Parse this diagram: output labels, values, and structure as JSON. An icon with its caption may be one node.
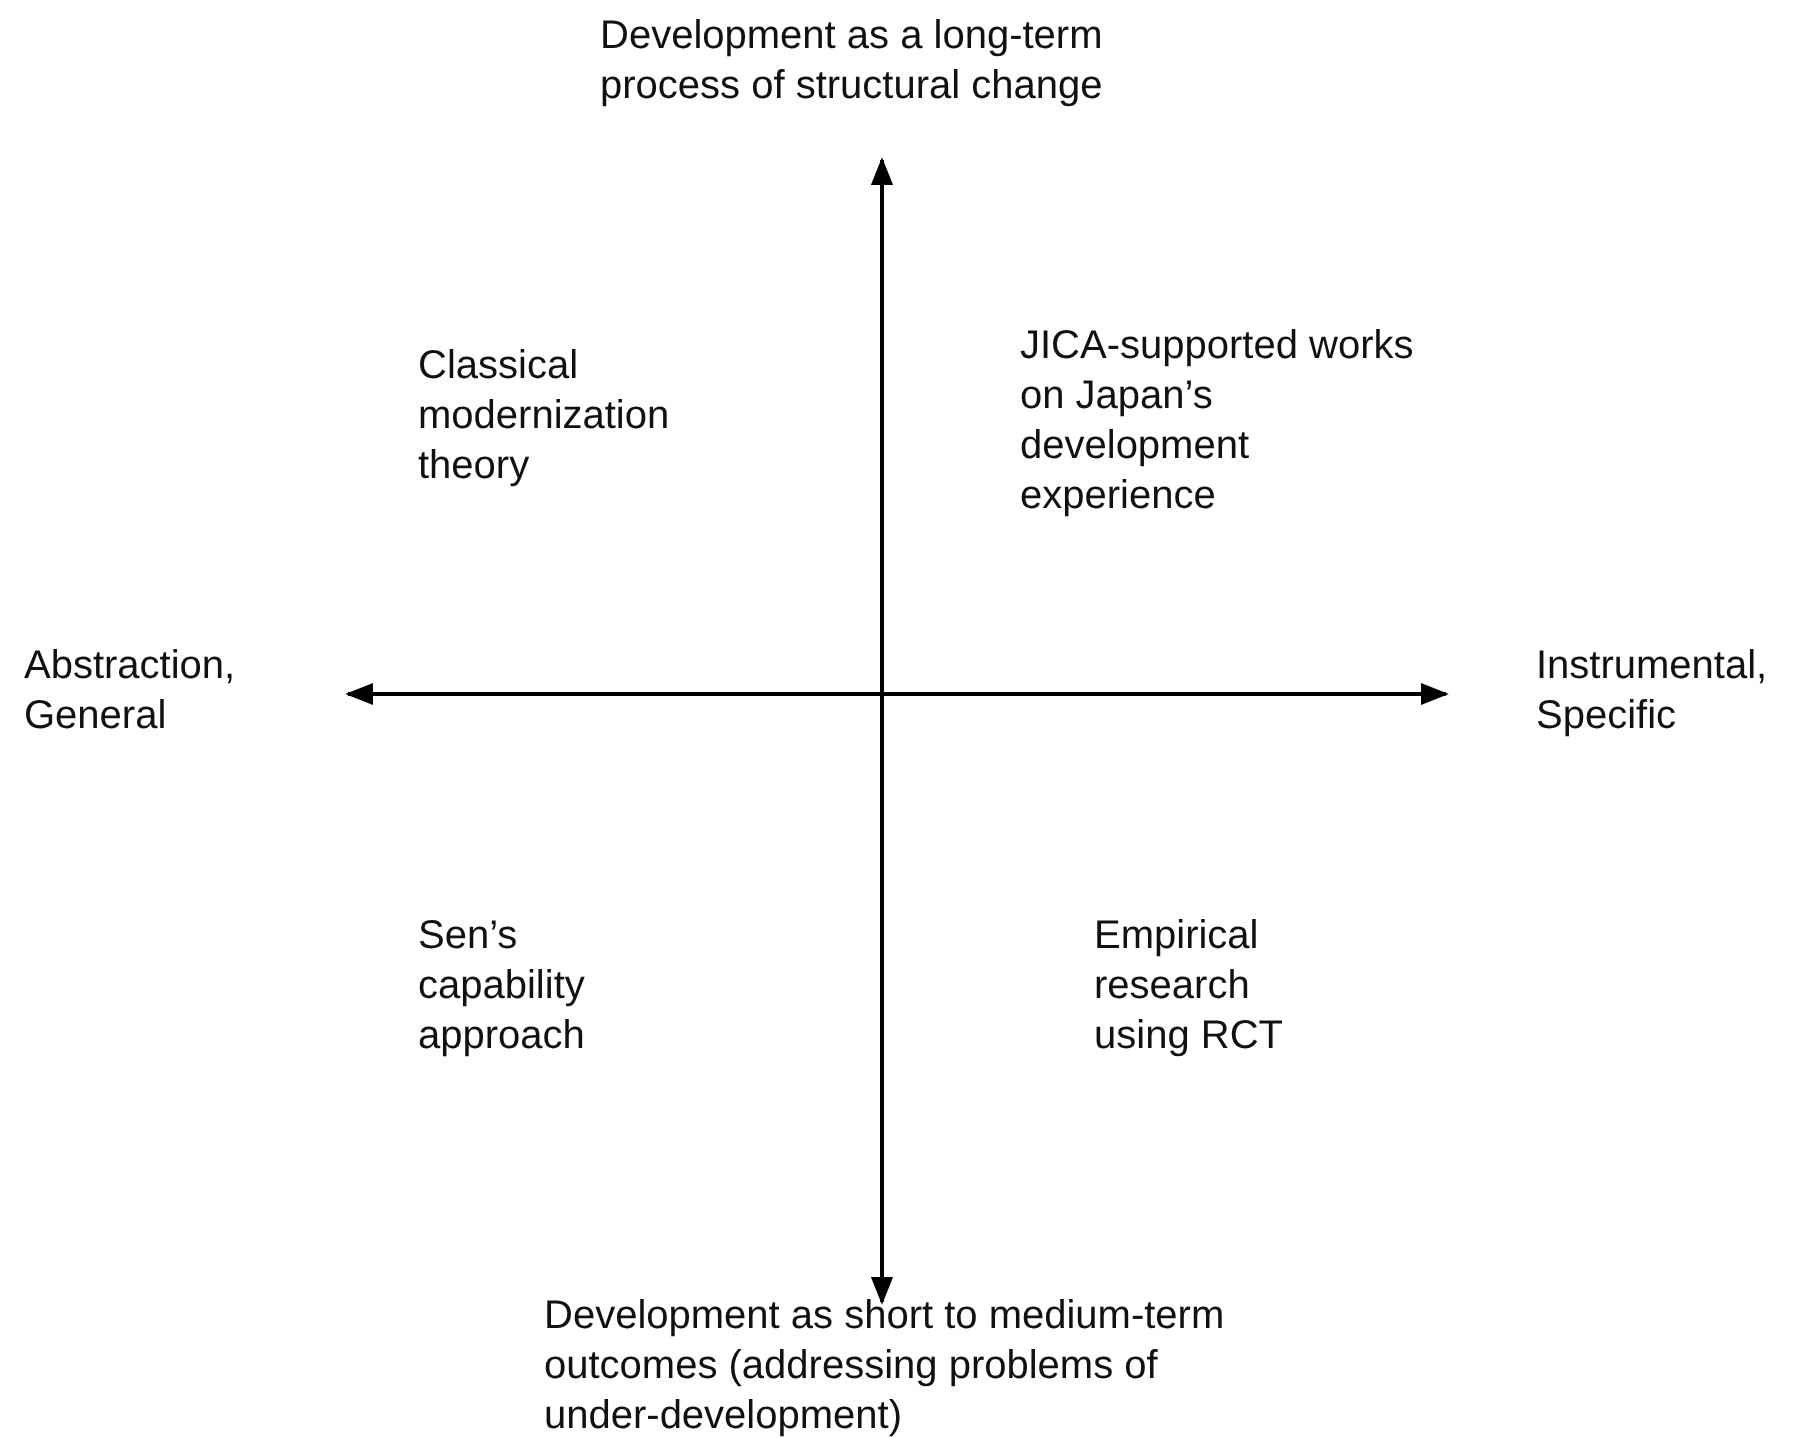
{
  "diagram": {
    "labels": [
      "Development as a long-term process of structural change",
      "Classical modernization theory",
      "JICA-supported works on Japan’s development experience",
      "Abstraction, General",
      "Instrumental, Specific",
      "Sen’s capability approach",
      "Empirical research using RCT",
      "Development as short to medium-term outcomes (addressing problems of under-development)"
    ]
  }
}
